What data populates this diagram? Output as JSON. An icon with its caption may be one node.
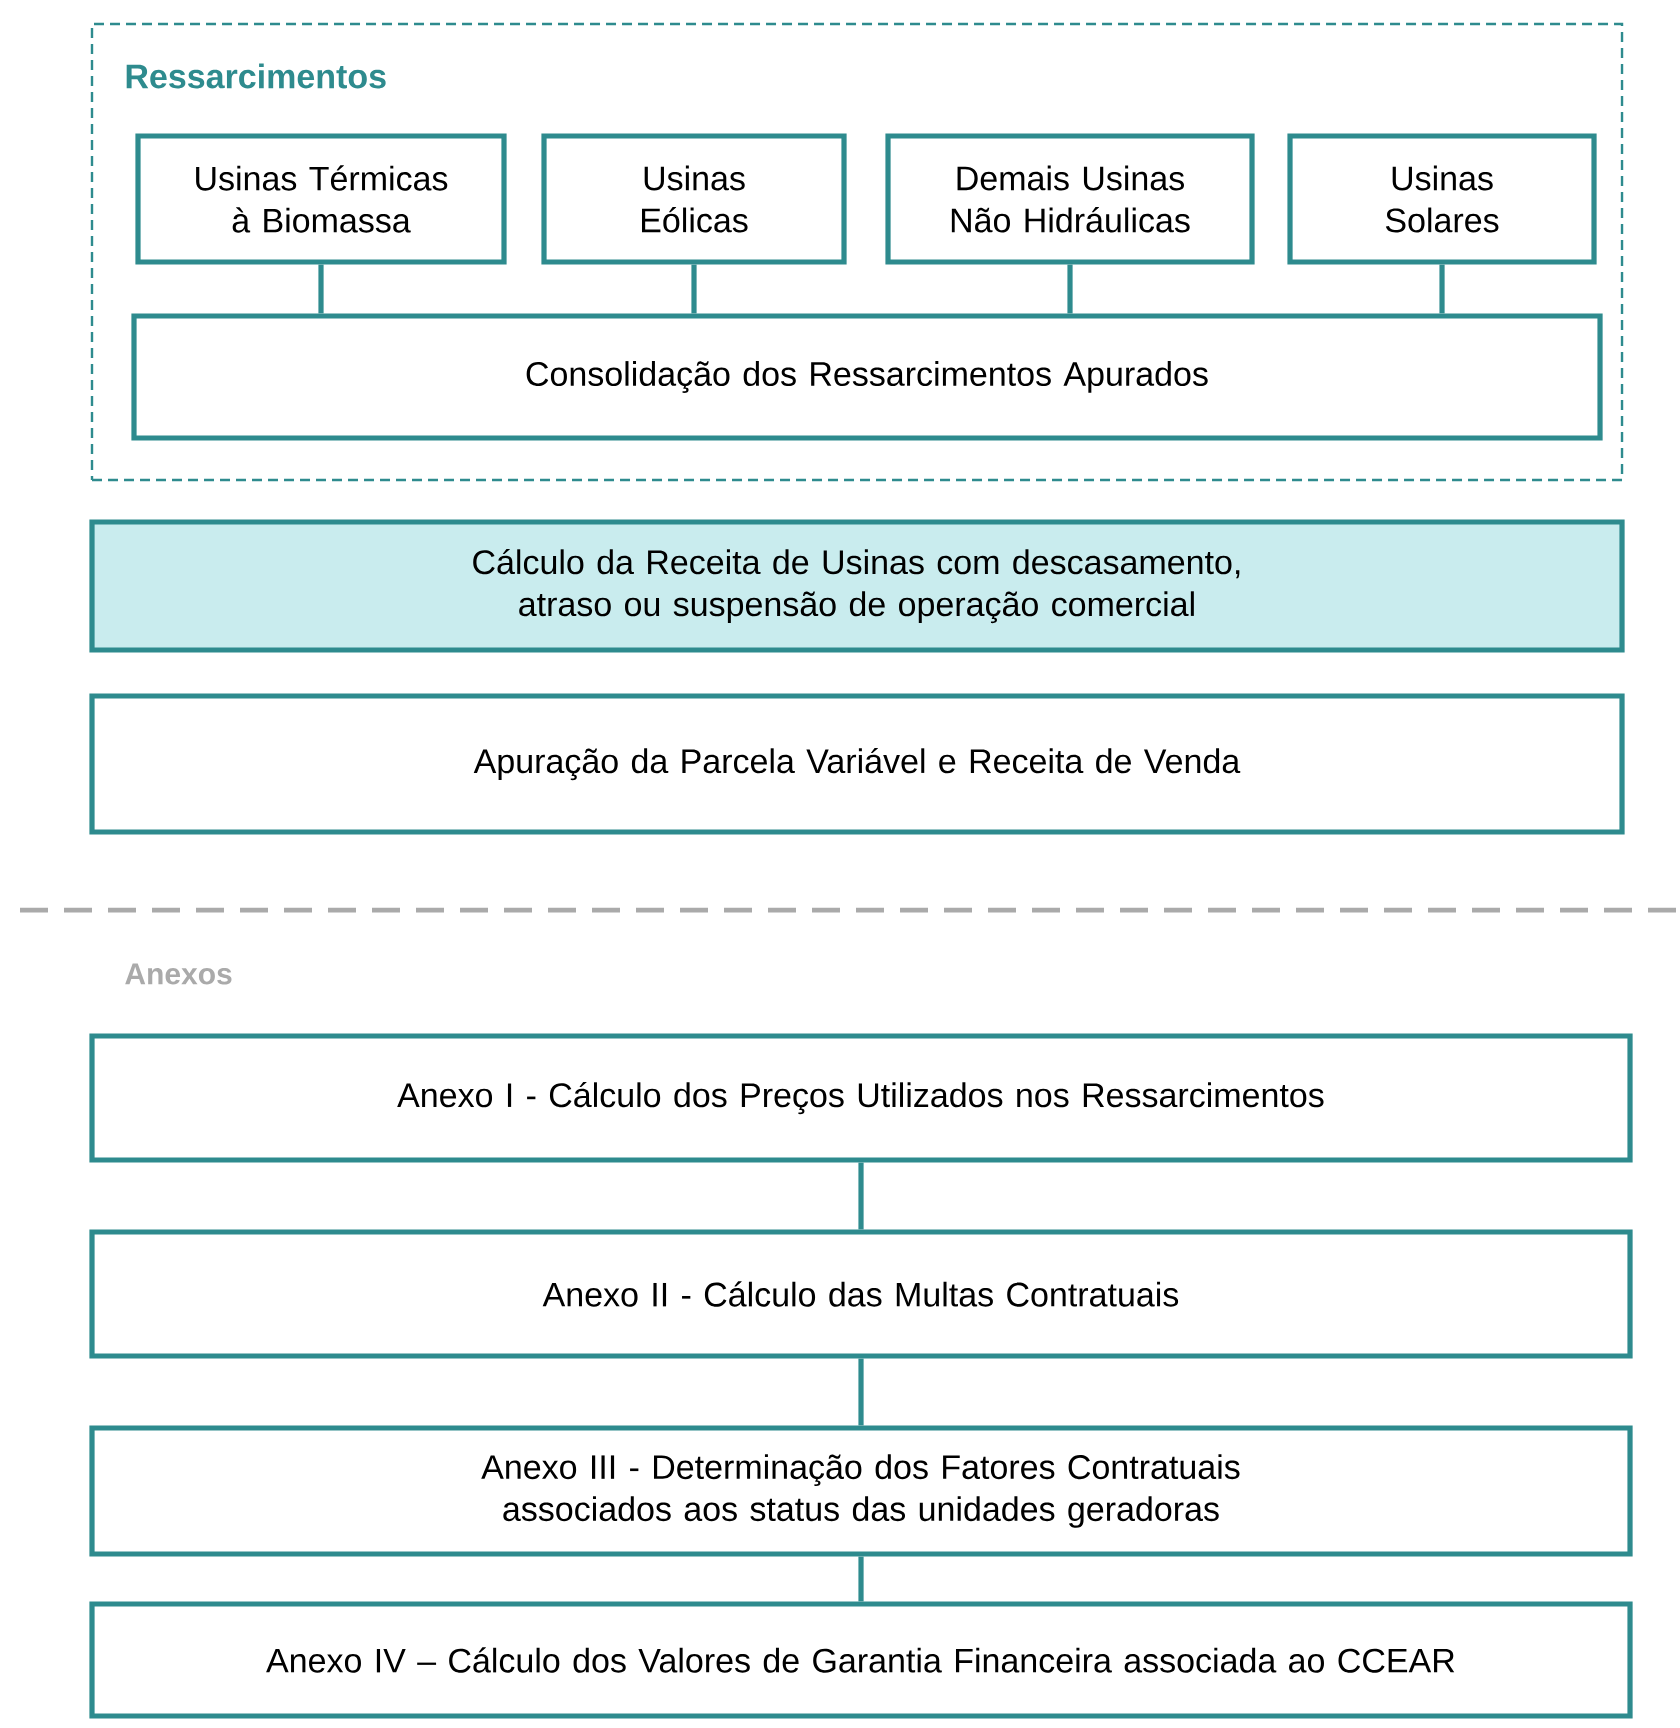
{
  "diagram": {
    "nodes": [
      {
        "text": [
          "Ressarcimentos"
        ]
      },
      {
        "text": [
          "Usinas Térmicas à Biomassa"
        ],
        "in": 0
      },
      {
        "text": [
          "Usinas Eólicas"
        ],
        "in": 0
      },
      {
        "text": [
          "Demais Usinas Não Hidráulicas"
        ],
        "in": 0
      },
      {
        "text": [
          "Usinas Solares"
        ],
        "in": 0
      },
      {
        "text": [
          "Consolidação dos Ressarcimentos Apurados"
        ],
        "in": 0
      },
      {
        "text": [
          "Cálculo da Receita de Usinas com descasamento, atraso ou suspensão de operação comercial"
        ]
      },
      {
        "text": [
          "Apuração da Parcela Variável e Receita de Venda"
        ]
      },
      {
        "text": [
          "Anexo I - Cálculo dos Preços Utilizados nos Ressarcimentos"
        ]
      },
      {
        "text": [
          "Anexo II - Cálculo das Multas Contratuais"
        ]
      },
      {
        "text": [
          "Anexo III - Determinação dos Fatores Contratuais associados aos status das unidades geradoras"
        ]
      },
      {
        "text": [
          "Anexo IV – Cálculo dos Valores de Garantia Financeira associada ao CCEAR"
        ]
      }
    ],
    "edges": [
      {
        "from": 1,
        "to": 5,
        "arrow": "none"
      },
      {
        "from": 2,
        "to": 5,
        "arrow": "none"
      },
      {
        "from": 3,
        "to": 5,
        "arrow": "none"
      },
      {
        "from": 4,
        "to": 5,
        "arrow": "none"
      },
      {
        "from": 8,
        "to": 9,
        "arrow": "none"
      },
      {
        "from": 9,
        "to": 10,
        "arrow": "none"
      },
      {
        "from": 10,
        "to": 11,
        "arrow": "none"
      }
    ],
    "labels": [
      "Anexos"
    ]
  }
}
